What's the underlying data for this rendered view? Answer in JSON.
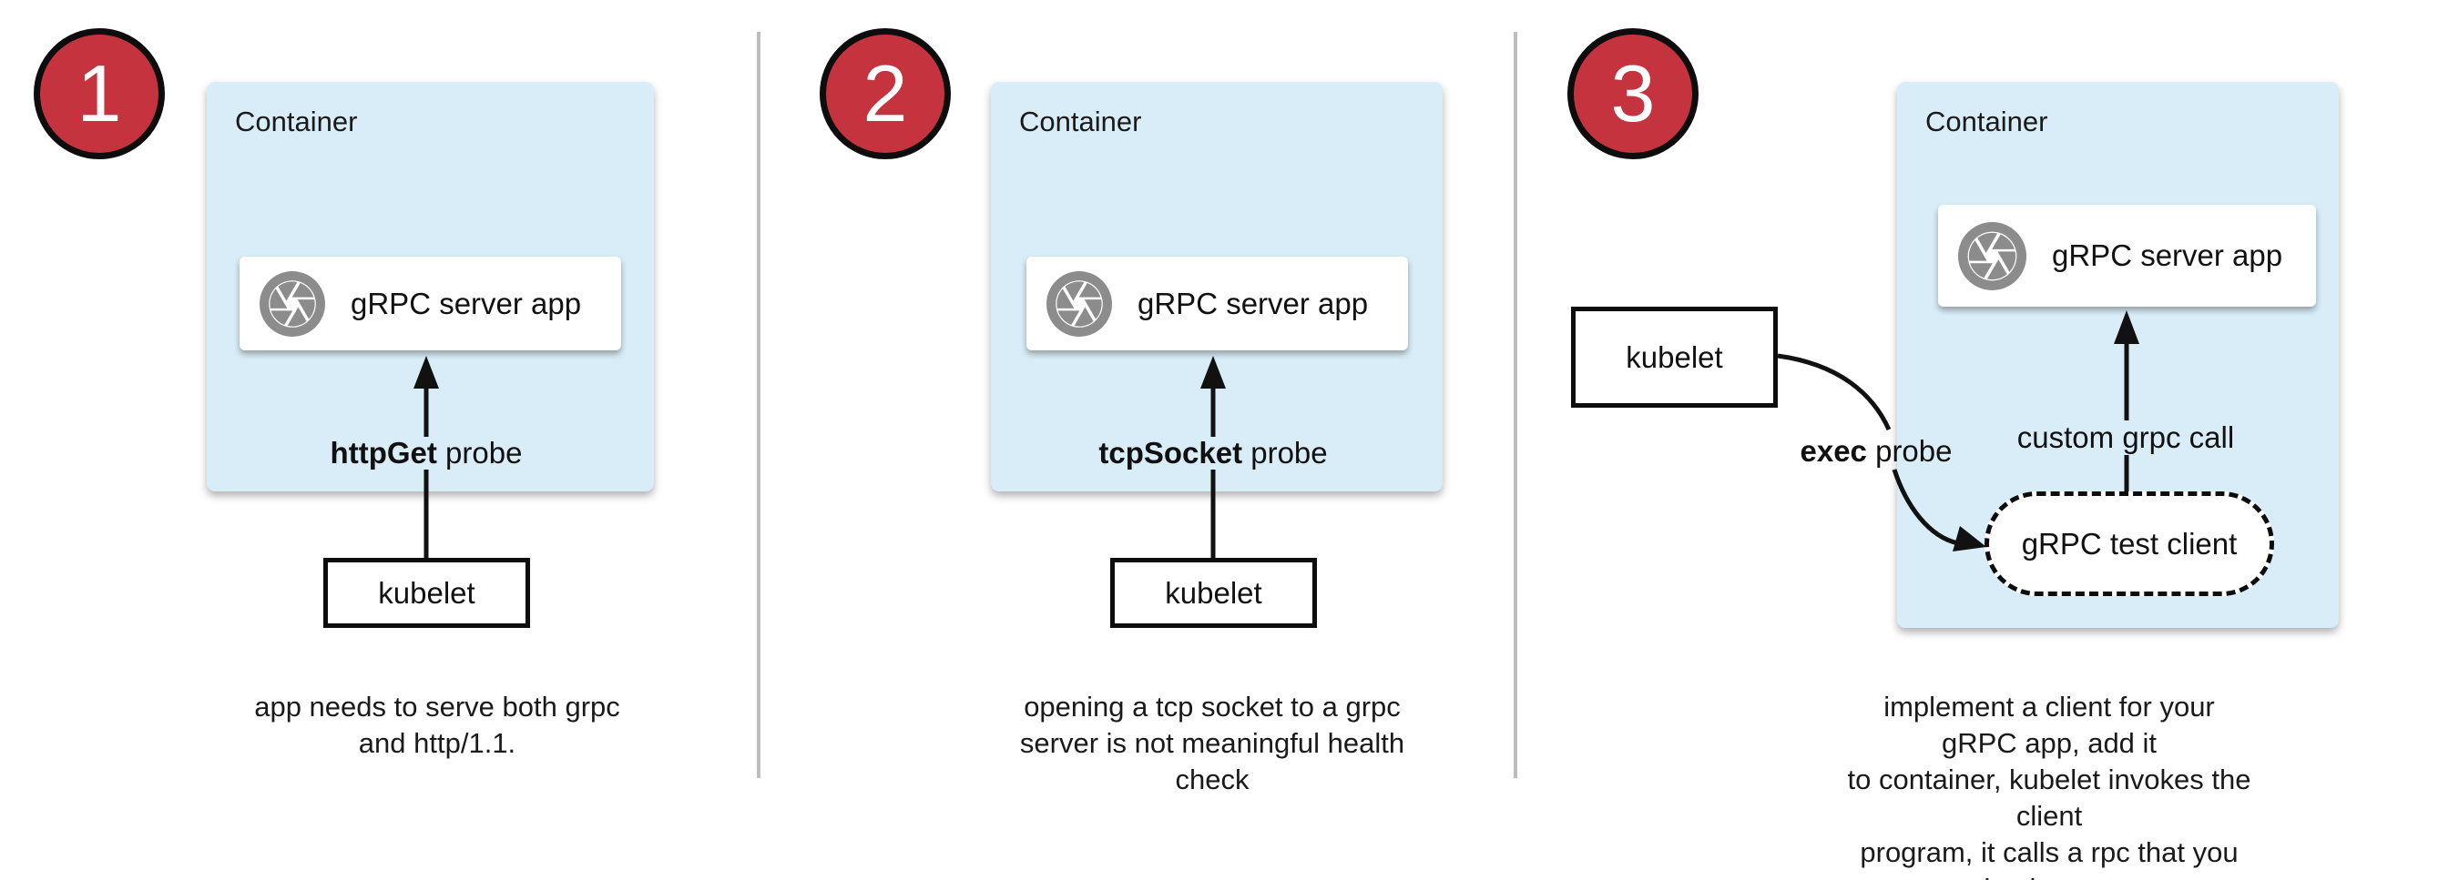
{
  "colors": {
    "container_fill": "#d9edf8",
    "badge_red": "#c5333f",
    "icon_gray": "#8c8c8c",
    "divider_gray": "#bdbdbd",
    "line_black": "#111111"
  },
  "panels": [
    {
      "number": "1",
      "container_label": "Container",
      "app_label": "gRPC server app",
      "probe_bold": "httpGet",
      "probe_rest": " probe",
      "kubelet_label": "kubelet",
      "caption_lines": [
        "app needs to serve both grpc",
        "and http/1.1."
      ]
    },
    {
      "number": "2",
      "container_label": "Container",
      "app_label": "gRPC server app",
      "probe_bold": "tcpSocket",
      "probe_rest": " probe",
      "kubelet_label": "kubelet",
      "caption_lines": [
        "opening a tcp socket to a grpc",
        "server is not meaningful health",
        "check"
      ]
    },
    {
      "number": "3",
      "container_label": "Container",
      "app_label": "gRPC server app",
      "probe_bold": "exec",
      "probe_rest": " probe",
      "kubelet_label": "kubelet",
      "custom_call_label": "custom grpc call",
      "test_client_label": "gRPC test client",
      "caption_lines": [
        "implement a client for your gRPC app, add it",
        "to container, kubelet invokes the client",
        "program, it calls a rpc that you implement"
      ]
    }
  ]
}
